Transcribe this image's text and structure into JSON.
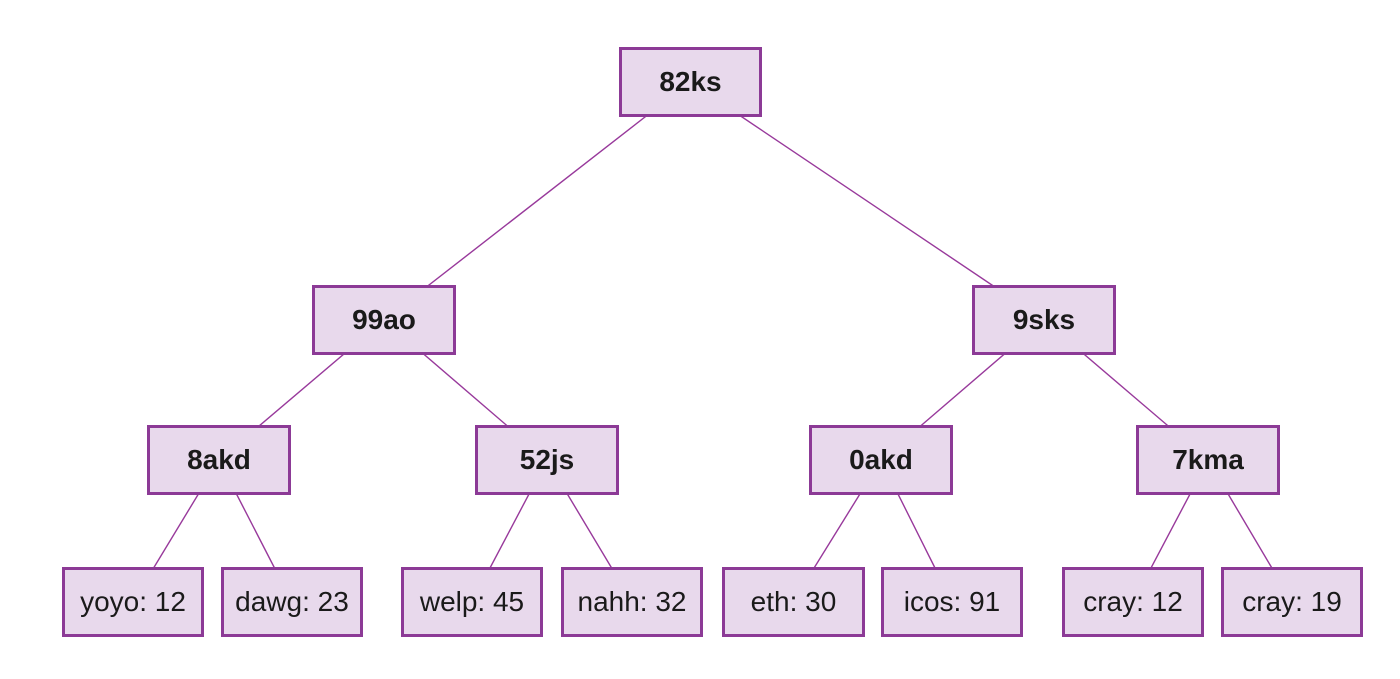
{
  "diagram": {
    "type": "binary-tree",
    "colors": {
      "background": "#ffffff",
      "node_fill": "#e8d9ec",
      "node_border": "#8c3a96",
      "edge": "#98399b",
      "text": "#1a1a1a"
    },
    "nodes": [
      {
        "id": "82ks",
        "label": "82ks",
        "kind": "internal",
        "level": 0,
        "parent": null
      },
      {
        "id": "99ao",
        "label": "99ao",
        "kind": "internal",
        "level": 1,
        "parent": "82ks"
      },
      {
        "id": "9sks",
        "label": "9sks",
        "kind": "internal",
        "level": 1,
        "parent": "82ks"
      },
      {
        "id": "8akd",
        "label": "8akd",
        "kind": "internal",
        "level": 2,
        "parent": "99ao"
      },
      {
        "id": "52js",
        "label": "52js",
        "kind": "internal",
        "level": 2,
        "parent": "99ao"
      },
      {
        "id": "0akd",
        "label": "0akd",
        "kind": "internal",
        "level": 2,
        "parent": "9sks"
      },
      {
        "id": "7kma",
        "label": "7kma",
        "kind": "internal",
        "level": 2,
        "parent": "9sks"
      },
      {
        "id": "yoyo",
        "label": "yoyo: 12",
        "kind": "leaf",
        "key": "yoyo",
        "value": 12,
        "level": 3,
        "parent": "8akd"
      },
      {
        "id": "dawg",
        "label": "dawg: 23",
        "kind": "leaf",
        "key": "dawg",
        "value": 23,
        "level": 3,
        "parent": "8akd"
      },
      {
        "id": "welp",
        "label": "welp: 45",
        "kind": "leaf",
        "key": "welp",
        "value": 45,
        "level": 3,
        "parent": "52js"
      },
      {
        "id": "nahh",
        "label": "nahh: 32",
        "kind": "leaf",
        "key": "nahh",
        "value": 32,
        "level": 3,
        "parent": "52js"
      },
      {
        "id": "eth",
        "label": "eth: 30",
        "kind": "leaf",
        "key": "eth",
        "value": 30,
        "level": 3,
        "parent": "0akd"
      },
      {
        "id": "icos",
        "label": "icos: 91",
        "kind": "leaf",
        "key": "icos",
        "value": 91,
        "level": 3,
        "parent": "0akd"
      },
      {
        "id": "cray-12",
        "label": "cray: 12",
        "kind": "leaf",
        "key": "cray",
        "value": 12,
        "level": 3,
        "parent": "7kma"
      },
      {
        "id": "cray-19",
        "label": "cray: 19",
        "kind": "leaf",
        "key": "cray",
        "value": 19,
        "level": 3,
        "parent": "7kma"
      }
    ],
    "edges": [
      [
        "82ks",
        "99ao"
      ],
      [
        "82ks",
        "9sks"
      ],
      [
        "99ao",
        "8akd"
      ],
      [
        "99ao",
        "52js"
      ],
      [
        "9sks",
        "0akd"
      ],
      [
        "9sks",
        "7kma"
      ],
      [
        "8akd",
        "yoyo"
      ],
      [
        "8akd",
        "dawg"
      ],
      [
        "52js",
        "welp"
      ],
      [
        "52js",
        "nahh"
      ],
      [
        "0akd",
        "eth"
      ],
      [
        "0akd",
        "icos"
      ],
      [
        "7kma",
        "cray-12"
      ],
      [
        "7kma",
        "cray-19"
      ]
    ]
  }
}
